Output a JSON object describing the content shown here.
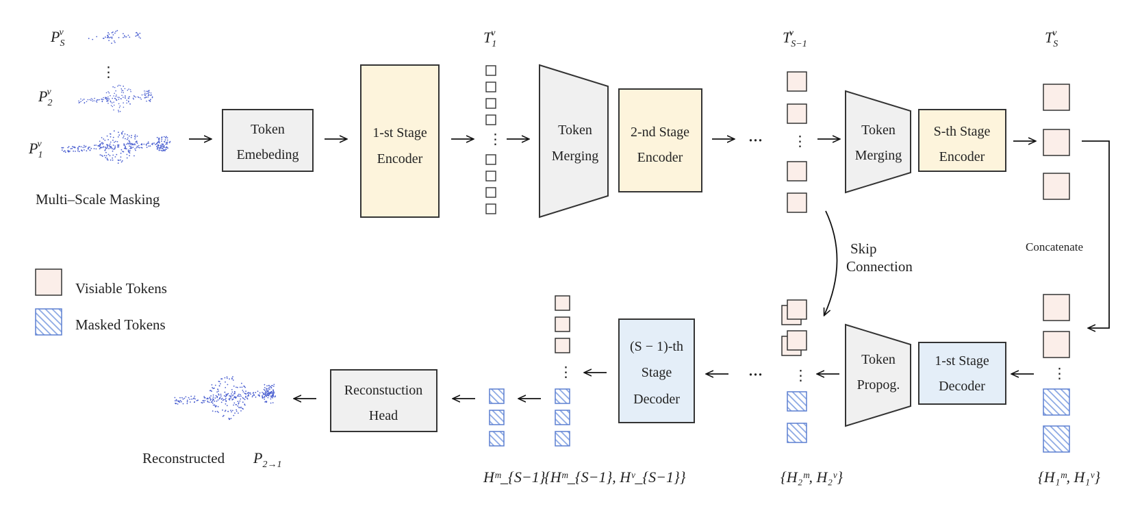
{
  "inputs": {
    "ps": {
      "base": "P",
      "sub": "S",
      "sup": "v"
    },
    "p2": {
      "base": "P",
      "sub": "2",
      "sup": "v"
    },
    "p1": {
      "base": "P",
      "sub": "1",
      "sup": "v"
    },
    "vdots": "⋮",
    "caption": "Multi–Scale Masking"
  },
  "blocks": {
    "token_embedding": [
      "Token",
      "Emebeding"
    ],
    "stage1_encoder": [
      "1-st Stage",
      "Encoder"
    ],
    "token_merging_1": [
      "Token",
      "Merging"
    ],
    "stage2_encoder": [
      "2-nd Stage",
      "Encoder"
    ],
    "token_merging_2": [
      "Token",
      "Merging"
    ],
    "stageS_encoder": [
      "S-th Stage",
      "Encoder"
    ],
    "token_propog": [
      "Token",
      "Propog."
    ],
    "stage1_decoder": [
      "1-st Stage",
      "Decoder"
    ],
    "stageS1_decoder": [
      "(S − 1)-th",
      "Stage",
      "Decoder"
    ],
    "recon_head": [
      "Reconstuction",
      "Head"
    ]
  },
  "token_labels": {
    "t1": {
      "base": "T",
      "sub": "1",
      "sup": "v"
    },
    "ts1": {
      "base": "T",
      "sub": "S−1",
      "sup": "v"
    },
    "ts": {
      "base": "T",
      "sub": "S",
      "sup": "v"
    }
  },
  "annotations": {
    "skip": [
      "Skip",
      "Connection"
    ],
    "concat": "Concatenate",
    "ellipsis": "···",
    "vdots": "⋮"
  },
  "legend": {
    "visible": "Visiable Tokens",
    "masked": "Masked Tokens"
  },
  "bottom_labels": {
    "h1": "{H₁ᵐ, H₁ᵛ}",
    "h2": "{H₂ᵐ, H₂ᵛ}",
    "hs1": "{Hᵐ_{S−1}, Hᵛ_{S−1}}",
    "hs1m": "Hᵐ_{S−1}",
    "reconstructed": "Reconstructed",
    "recon_math": {
      "base": "P",
      "sub": "2→1"
    }
  },
  "colors": {
    "encoder": "#fdf4dc",
    "decoder": "#e4eef8",
    "merge": "#f0f0f0",
    "visible_token": "#fbeee9",
    "masked_token": "#8aa7e3",
    "point_cloud": "#4a5fd0"
  }
}
